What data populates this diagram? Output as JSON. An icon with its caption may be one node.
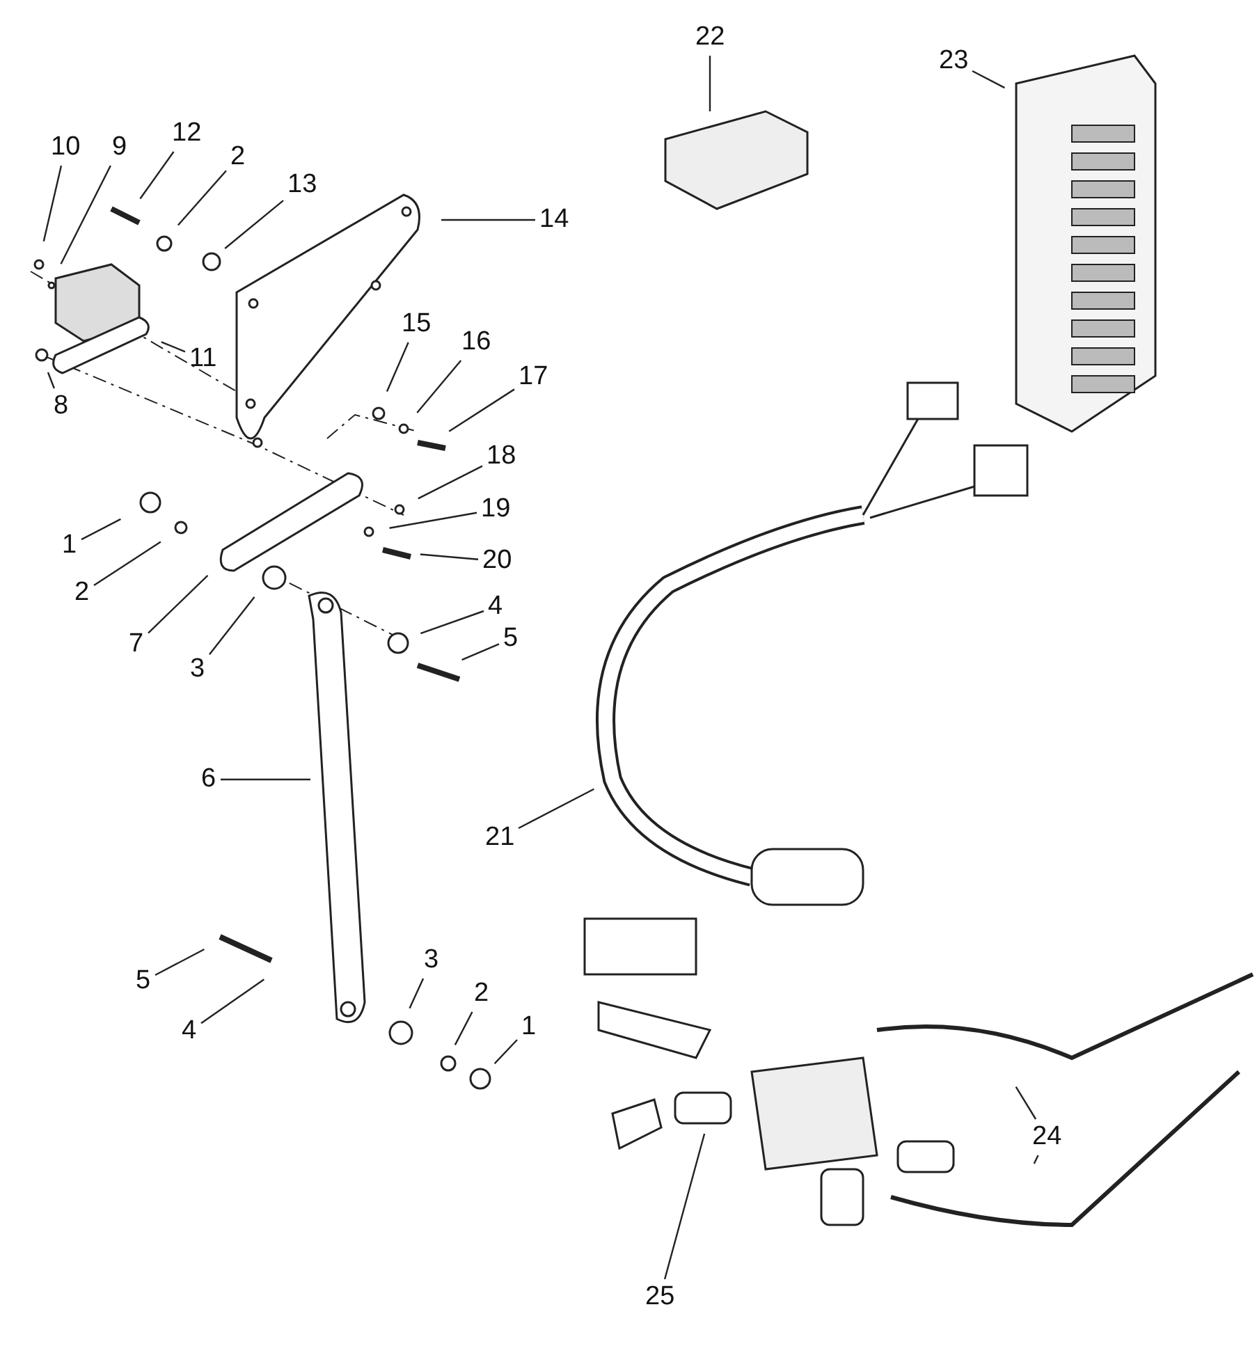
{
  "diagram": {
    "nodes": [
      {
        "text": [
          "10"
        ]
      },
      {
        "text": [
          "9"
        ]
      },
      {
        "text": [
          "12"
        ]
      },
      {
        "text": [
          "2"
        ]
      },
      {
        "text": [
          "13"
        ]
      },
      {
        "text": [
          "14"
        ]
      },
      {
        "text": [
          "11"
        ]
      },
      {
        "text": [
          "8"
        ]
      },
      {
        "text": [
          "15"
        ]
      },
      {
        "text": [
          "16"
        ]
      },
      {
        "text": [
          "17"
        ]
      },
      {
        "text": [
          "18"
        ]
      },
      {
        "text": [
          "19"
        ]
      },
      {
        "text": [
          "20"
        ]
      },
      {
        "text": [
          "1"
        ]
      },
      {
        "text": [
          "2"
        ]
      },
      {
        "text": [
          "7"
        ]
      },
      {
        "text": [
          "3"
        ]
      },
      {
        "text": [
          "4"
        ]
      },
      {
        "text": [
          "5"
        ]
      },
      {
        "text": [
          "6"
        ]
      },
      {
        "text": [
          "21"
        ]
      },
      {
        "text": [
          "5"
        ]
      },
      {
        "text": [
          "4"
        ]
      },
      {
        "text": [
          "3"
        ]
      },
      {
        "text": [
          "2"
        ]
      },
      {
        "text": [
          "1"
        ]
      },
      {
        "text": [
          "22"
        ]
      },
      {
        "text": [
          "23"
        ]
      },
      {
        "text": [
          "24"
        ]
      },
      {
        "text": [
          "25"
        ]
      }
    ],
    "edges": [
      {
        "from": 0,
        "to": null,
        "arrow": "none"
      },
      {
        "from": 1,
        "to": null,
        "arrow": "none"
      },
      {
        "from": 2,
        "to": null,
        "arrow": "none"
      },
      {
        "from": 3,
        "to": null,
        "arrow": "none"
      },
      {
        "from": 4,
        "to": null,
        "arrow": "none"
      },
      {
        "from": 5,
        "to": null,
        "arrow": "none"
      },
      {
        "from": 6,
        "to": null,
        "arrow": "none"
      },
      {
        "from": 7,
        "to": null,
        "arrow": "none"
      },
      {
        "from": 8,
        "to": null,
        "arrow": "none"
      },
      {
        "from": 9,
        "to": null,
        "arrow": "none"
      },
      {
        "from": 10,
        "to": null,
        "arrow": "none"
      },
      {
        "from": 11,
        "to": null,
        "arrow": "none"
      },
      {
        "from": 12,
        "to": null,
        "arrow": "none"
      },
      {
        "from": 13,
        "to": null,
        "arrow": "none"
      },
      {
        "from": 14,
        "to": null,
        "arrow": "none"
      },
      {
        "from": 15,
        "to": null,
        "arrow": "none"
      },
      {
        "from": 16,
        "to": null,
        "arrow": "none"
      },
      {
        "from": 17,
        "to": null,
        "arrow": "none"
      },
      {
        "from": 18,
        "to": null,
        "arrow": "none"
      },
      {
        "from": 19,
        "to": null,
        "arrow": "none"
      },
      {
        "from": 20,
        "to": null,
        "arrow": "none"
      },
      {
        "from": 21,
        "to": null,
        "arrow": "none"
      },
      {
        "from": 22,
        "to": null,
        "arrow": "none"
      },
      {
        "from": 23,
        "to": null,
        "arrow": "none"
      },
      {
        "from": 24,
        "to": null,
        "arrow": "none"
      },
      {
        "from": 25,
        "to": null,
        "arrow": "none"
      },
      {
        "from": 26,
        "to": null,
        "arrow": "none"
      },
      {
        "from": 27,
        "to": null,
        "arrow": "none"
      },
      {
        "from": 28,
        "to": null,
        "arrow": "none"
      },
      {
        "from": 29,
        "to": null,
        "arrow": "none"
      },
      {
        "from": 29,
        "to": null,
        "arrow": "none"
      },
      {
        "from": 30,
        "to": null,
        "arrow": "none"
      }
    ]
  }
}
